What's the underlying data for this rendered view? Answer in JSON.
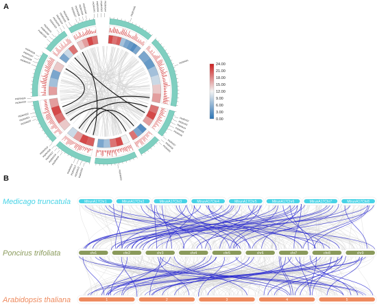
{
  "panel_a": {
    "label": "A",
    "legend": {
      "ticks": [
        "24.00",
        "21.00",
        "18.00",
        "15.00",
        "12.00",
        "9.00",
        "6.00",
        "3.00",
        "0.00"
      ],
      "colors": {
        "high": "#cc1f1f",
        "mid": "#f2f2f2",
        "low": "#2c74b5"
      }
    },
    "genes": [
      "PtGRAS1",
      "PtGRAS2",
      "PtGRAS3",
      "PtGRAS4",
      "PtGRAS5",
      "PtGRAS6",
      "PtGRAS7",
      "PtGRAS8",
      "PtGRAS9",
      "PtGRAS10",
      "PtGRAS11",
      "PtGRAS12",
      "PtGRAS13",
      "PtGRAS14",
      "PtGRAS15",
      "PtGRAS16",
      "PtGRAS17",
      "PtGRAS18",
      "PtGRAS19",
      "PtGRAS20",
      "PtGRAS21",
      "PtGRAS22",
      "PtGRAS23",
      "PtGRAS24",
      "PtGRAS25",
      "PtGRAS26",
      "PtGRAS27",
      "PtGRAS28",
      "PtGRAS29",
      "PtGRAS30",
      "PtGRAS31",
      "PtGRAS32",
      "PtGRAS33",
      "PtGRAS34",
      "PtGRAS35",
      "PtGRAS36",
      "PtGRAS37",
      "PtGRAS38",
      "PtGRAS39",
      "PtGRAS40",
      "PtGRAS41",
      "PtGRAS42",
      "PtGRAS43",
      "PtGRAS44",
      "PtGRAS45"
    ],
    "colors": {
      "ring": "#7fcfc0",
      "ring_edge": "#4aa898",
      "link_gray": "#d4d4d4",
      "link_dark": "#111111",
      "density": "#cc1f1f"
    }
  },
  "panel_b": {
    "label": "B",
    "species": [
      {
        "name": "Medicago truncatula",
        "color": "#47d3e6",
        "chromosomes": [
          "MtrunA17Chr1",
          "MtrunA17Chr2",
          "MtrunA17Chr3",
          "MtrunA17Chr4",
          "MtrunA17Chr5",
          "MtrunA17Chr6",
          "MtrunA17Chr7",
          "MtrunA17Chr8"
        ]
      },
      {
        "name": "Poncirus trifoliata",
        "color": "#8a9a5b",
        "chromosomes": [
          "chr1",
          "chr2",
          "chr3",
          "chr4",
          "chr5",
          "chr6",
          "chr7",
          "chr8",
          "chr9"
        ]
      },
      {
        "name": "Arabidopsis thaliana",
        "color": "#ee8a5e",
        "chromosomes": [
          "1",
          "2",
          "3",
          "4",
          "5"
        ]
      }
    ],
    "colors": {
      "synteny_gray": "#cfcfcf",
      "synteny_blue": "#2b2bd1"
    }
  }
}
